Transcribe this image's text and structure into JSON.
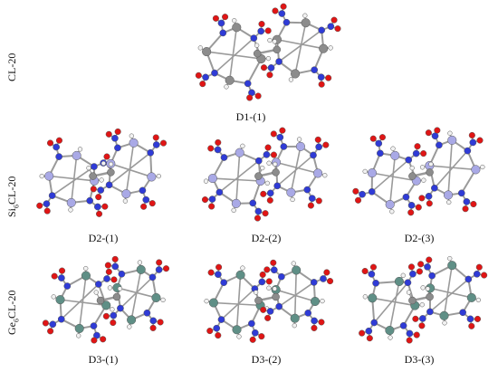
{
  "colors": {
    "carbon": "#8c8c8c",
    "hydrogen": "#f2f2f2",
    "nitrogen": "#2f3bd6",
    "oxygen": "#e01515",
    "silicon": "#a9a9e6",
    "germanium": "#5f8f86",
    "bond": "#9a9a9a"
  },
  "rows": [
    {
      "id": "cl20",
      "label_pre": "CL-20",
      "label_sub": "",
      "label_post": "",
      "heteroatom": "carbon",
      "panels": [
        {
          "caption": "D1-(1)"
        }
      ]
    },
    {
      "id": "si",
      "label_pre": "Si",
      "label_sub": "6",
      "label_post": "CL-20",
      "heteroatom": "silicon",
      "panels": [
        {
          "caption": "D2-(1)"
        },
        {
          "caption": "D2-(2)"
        },
        {
          "caption": "D2-(3)"
        }
      ]
    },
    {
      "id": "ge",
      "label_pre": "Ge",
      "label_sub": "6",
      "label_post": "CL-20",
      "heteroatom": "germanium",
      "panels": [
        {
          "caption": "D3-(1)"
        },
        {
          "caption": "D3-(2)"
        },
        {
          "caption": "D3-(3)"
        }
      ]
    }
  ]
}
